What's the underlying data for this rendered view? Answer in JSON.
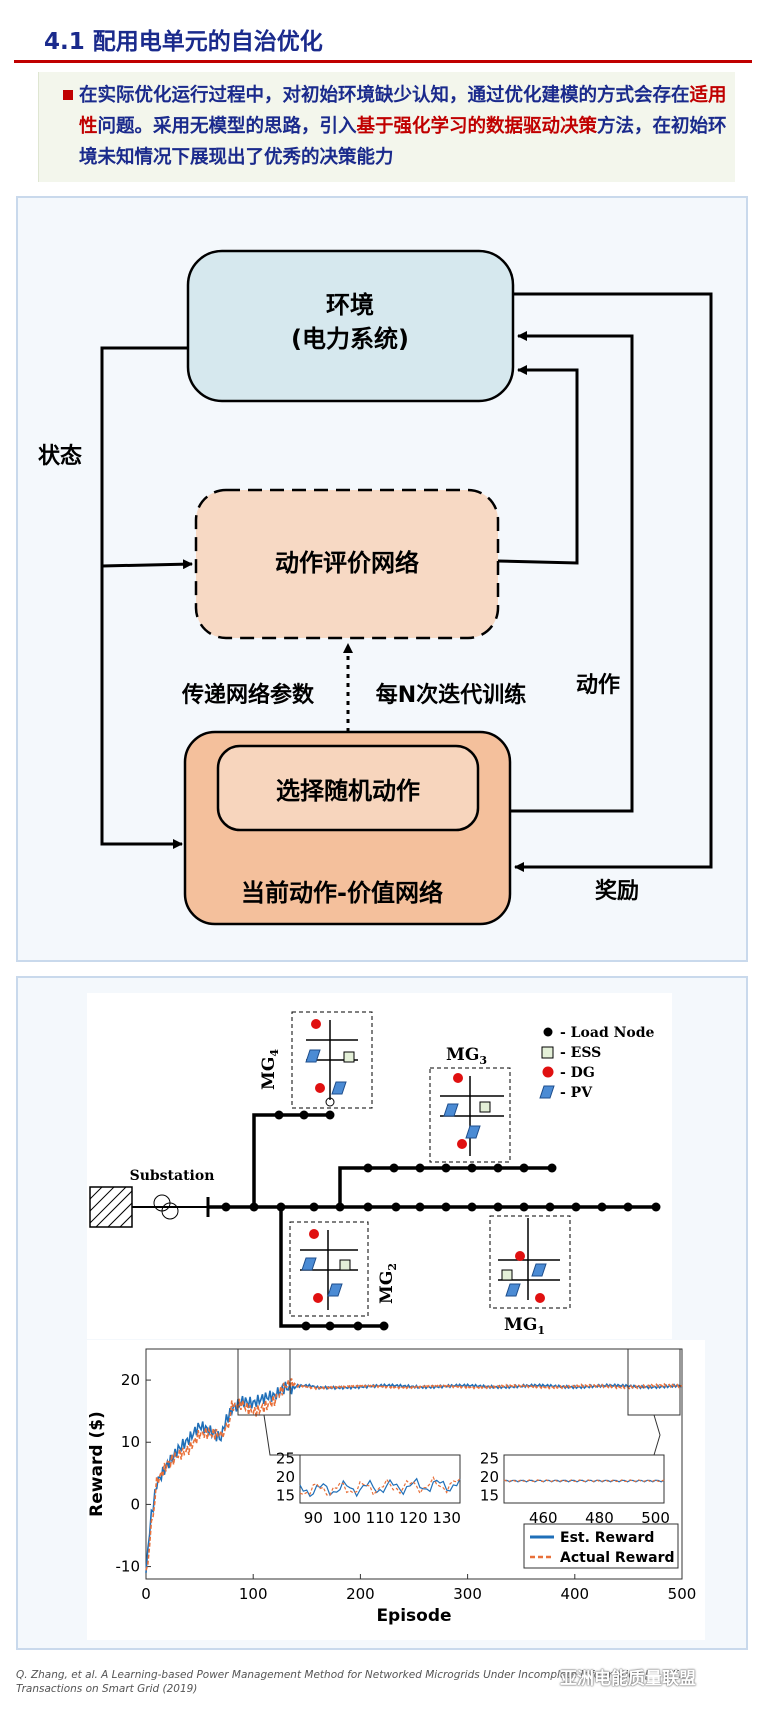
{
  "header": {
    "title": "4.1 配用电单元的自治优化"
  },
  "intro": {
    "p1": "在实际优化运行过程中，对初始环境缺少认知，通过优化建模的方式会存在",
    "p2_red": "适用性",
    "p3": "问题。采用无模型的思路，引入",
    "p4_red": "基于强化学习的数据驱动决策",
    "p5": "方法，在初始环境未知情况下展现出了优秀的决策能力"
  },
  "rl_diagram": {
    "env_title": "环境",
    "env_sub": "(电力系统)",
    "critic": "动作评价网络",
    "current_net": "当前动作-价值网络",
    "random_action": "选择随机动作",
    "state": "状态",
    "action": "动作",
    "reward": "奖励",
    "pass_params": "传递网络参数",
    "train_every": "每N次迭代训练"
  },
  "microgrid": {
    "substation": "Substation",
    "mg1": "MG",
    "mg2": "MG",
    "mg3": "MG",
    "mg4": "MG",
    "sub1": "1",
    "sub2": "2",
    "sub3": "3",
    "sub4": "4",
    "legend": {
      "load": "- Load Node",
      "ess": "- ESS",
      "dg": "- DG",
      "pv": "- PV"
    }
  },
  "chart_data": {
    "type": "line",
    "xlabel": "Episode",
    "ylabel": "Reward ($)",
    "xlim": [
      0,
      500
    ],
    "ylim": [
      -12,
      25
    ],
    "xticks": [
      "0",
      "100",
      "200",
      "300",
      "400",
      "500"
    ],
    "yticks": [
      "-10",
      "0",
      "10",
      "20"
    ],
    "series": [
      {
        "name": "Est. Reward",
        "color": "#1f6fb8",
        "x": [
          0,
          5,
          10,
          20,
          30,
          40,
          50,
          60,
          70,
          75,
          80,
          90,
          100,
          110,
          120,
          130,
          140,
          160,
          200,
          300,
          400,
          500
        ],
        "y": [
          -11,
          -2,
          4,
          7,
          9,
          10,
          12,
          11.5,
          11,
          13,
          16,
          17,
          16,
          16.5,
          17,
          19,
          19.2,
          18.8,
          19,
          19,
          19,
          19
        ]
      },
      {
        "name": "Actual Reward",
        "color": "#e8703a",
        "x": [
          0,
          5,
          10,
          20,
          30,
          40,
          50,
          60,
          70,
          75,
          80,
          90,
          100,
          110,
          120,
          130,
          140,
          160,
          200,
          300,
          400,
          500
        ],
        "y": [
          -12,
          -3,
          3,
          6.5,
          8.5,
          9.5,
          11.5,
          11,
          10.5,
          12.5,
          15.5,
          16.5,
          15.5,
          16,
          16.5,
          18.5,
          19,
          18.9,
          19,
          19,
          19,
          19
        ]
      }
    ],
    "inset1": {
      "xticks": [
        "90",
        "100",
        "110",
        "120",
        "130"
      ],
      "yticks": [
        "25",
        "20",
        "15"
      ]
    },
    "inset2": {
      "xticks": [
        "460",
        "480",
        "500"
      ],
      "yticks": [
        "25",
        "20",
        "15"
      ]
    }
  },
  "footer": {
    "cite1": "Q. Zhang, et al. A Learning-based Power Management Method for Networked Microgrids Under Incomplete Information [J]. IEEE",
    "cite2": "Transactions on Smart Grid (2019)",
    "watermark": "亚洲电能质量联盟"
  }
}
